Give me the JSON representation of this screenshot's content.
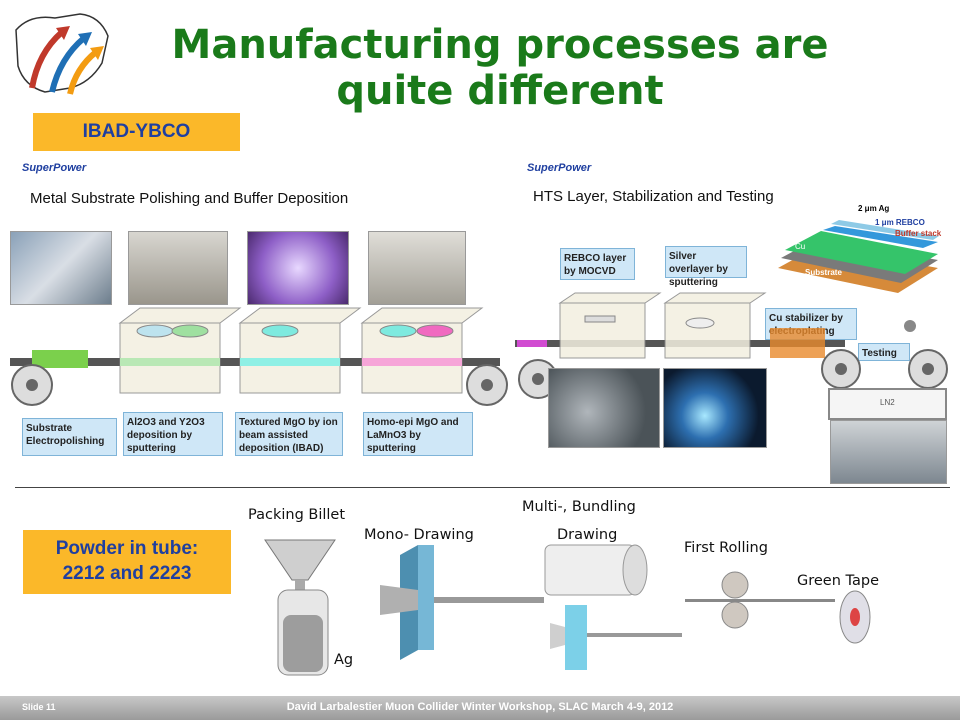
{
  "title": [
    "Manufacturing processes are",
    "quite different"
  ],
  "ibad_label": "IBAD-YBCO",
  "pit_label": [
    "Powder in tube:",
    "2212 and 2223"
  ],
  "panel_left": {
    "logo": "SuperPower",
    "title": "Metal Substrate Polishing and Buffer Deposition",
    "boxes": [
      "Substrate Electropolishing",
      "Al2O3 and Y2O3 deposition by sputtering",
      "Textured MgO by ion beam assisted deposition (IBAD)",
      "Homo-epi MgO and LaMnO3 by sputtering"
    ]
  },
  "panel_right": {
    "logo": "SuperPower",
    "title": "HTS Layer, Stabilization and Testing",
    "boxes": [
      "REBCO layer by MOCVD",
      "Silver overlayer by sputtering",
      "Cu stabilizer by electroplating",
      "Testing"
    ],
    "layers": [
      "2 μm Ag",
      "1 μm REBCO",
      "Buffer stack",
      "Cu",
      "Substrate",
      "Cu"
    ],
    "ln2": "LN2"
  },
  "pit_steps": {
    "packing": "Packing Billet",
    "mono": "Mono- Drawing",
    "multi": "Multi-, Bundling",
    "drawing": "Drawing",
    "rolling": "First Rolling",
    "green": "Green Tape",
    "ag": "Ag"
  },
  "footer": {
    "slide": "Slide 11",
    "text": "David Larbalestier   Muon Collider Winter Workshop, SLAC March 4-9, 2012"
  }
}
